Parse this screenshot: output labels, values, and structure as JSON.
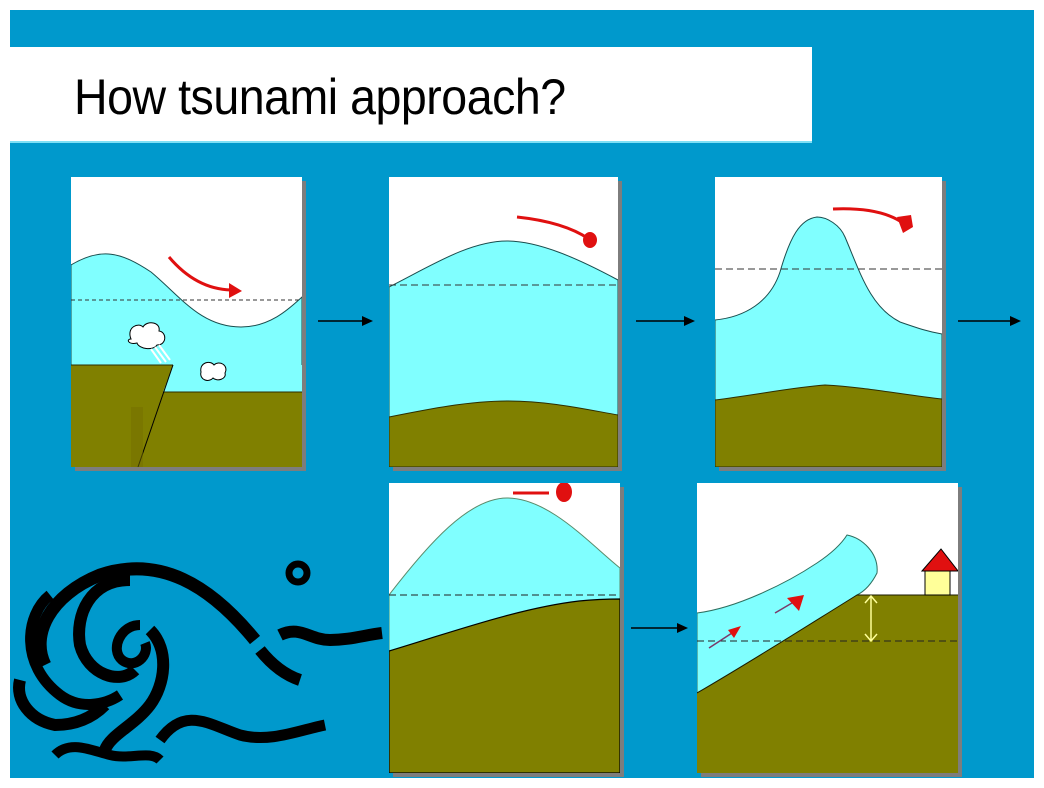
{
  "slide": {
    "title": "How tsunami approach?",
    "background_color": "#0099cc",
    "title_box_color": "#ffffff"
  },
  "colors": {
    "sea": "#80ffff",
    "ground": "#808000",
    "sky": "#ffffff",
    "flow_arrow": "#ff0000",
    "sea_level_line": "#333333",
    "house_roof": "#ff0000",
    "house_wall": "#ffff99",
    "height_marker": "#ffff99"
  },
  "panels": [
    {
      "id": 1,
      "stage": "earthquake-generation",
      "description": "Seafloor fault displacement lifts the sea surface; wave forms over deep ocean",
      "elements": [
        "wave",
        "sea-level-line",
        "flow-arrow",
        "fault",
        "impact-clouds"
      ]
    },
    {
      "id": 2,
      "stage": "propagation",
      "description": "Broad wave crest travels over deep sea floor",
      "elements": [
        "wave",
        "sea-level-line",
        "flow-arrow"
      ]
    },
    {
      "id": 3,
      "stage": "shoaling",
      "description": "Wave grows taller as it approaches shallower water",
      "elements": [
        "wave",
        "sea-level-line",
        "flow-arrow"
      ]
    },
    {
      "id": 4,
      "stage": "near-shore",
      "description": "Wave rises steeply over the sloping continental shelf",
      "elements": [
        "wave",
        "sea-level-line",
        "flow-arrow"
      ]
    },
    {
      "id": 5,
      "stage": "run-up",
      "description": "Tsunami runs up onto land toward a house; run-up height indicated",
      "elements": [
        "wave",
        "sea-level-line",
        "flow-arrows",
        "house",
        "run-up-height-marker"
      ]
    }
  ],
  "flow_arrows": [
    {
      "from": 1,
      "to": 2
    },
    {
      "from": 2,
      "to": 3
    },
    {
      "from": 3,
      "to": "continues"
    },
    {
      "from": 4,
      "to": 5
    }
  ],
  "decoration": {
    "name": "great-wave-clipart",
    "color": "#000000"
  }
}
